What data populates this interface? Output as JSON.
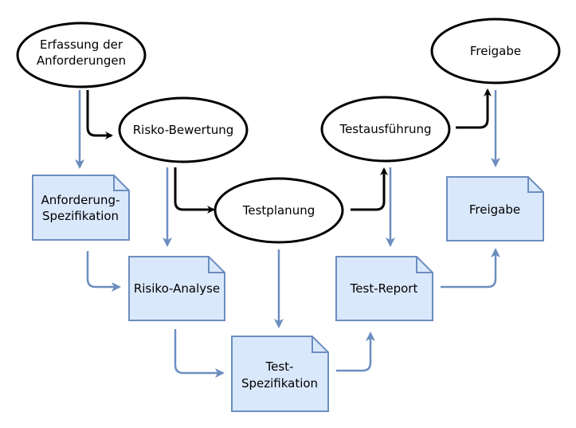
{
  "process_steps": {
    "requirements_capture": [
      "Erfassung der",
      "Anforderungen"
    ],
    "risk_assessment": "Risko-Bewertung",
    "test_planning": "Testplanung",
    "test_execution": "Testausführung",
    "release": "Freigabe"
  },
  "documents": {
    "requirements_spec": [
      "Anforderung-",
      "Spezifikation"
    ],
    "risk_analysis": "Risiko-Analyse",
    "test_spec": [
      "Test-",
      "Spezifikation"
    ],
    "test_report": "Test-Report",
    "release_doc": "Freigabe"
  },
  "colors": {
    "process_fill": "#ffffff",
    "process_stroke": "#000000",
    "doc_fill": "#dae8fc",
    "doc_stroke": "#6c8ebf",
    "blue_arrow": "#6c8ebf",
    "black_arrow": "#000000"
  }
}
